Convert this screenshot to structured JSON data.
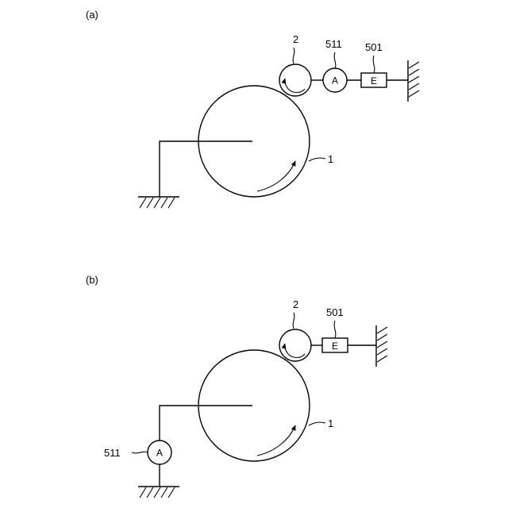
{
  "panels": [
    {
      "id": "a",
      "label": "(a)",
      "drum_label": "1",
      "roller_label": "2",
      "ammeter_label": "511",
      "ammeter_symbol": "A",
      "source_label": "501",
      "source_symbol": "E"
    },
    {
      "id": "b",
      "label": "(b)",
      "drum_label": "1",
      "roller_label": "2",
      "ammeter_label": "511",
      "ammeter_symbol": "A",
      "source_label": "501",
      "source_symbol": "E"
    }
  ]
}
